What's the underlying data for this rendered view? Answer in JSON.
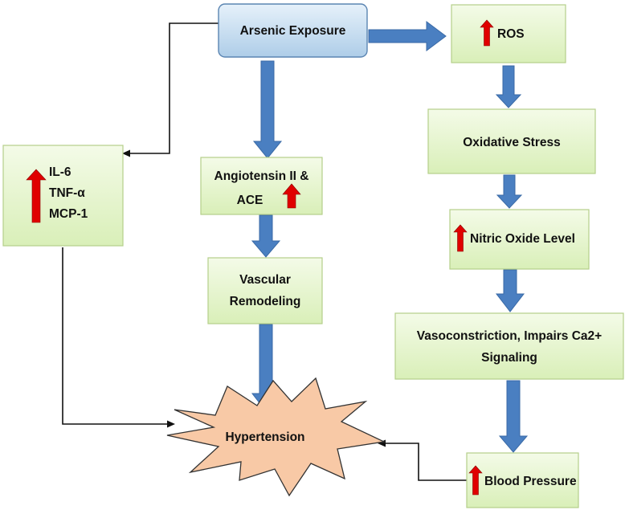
{
  "colors": {
    "box_fill_top": "#f4fbe8",
    "box_fill_bottom": "#d9efb8",
    "box_border": "#b5cf8a",
    "start_fill_top": "#e6f1fa",
    "start_fill_bottom": "#aecde8",
    "start_border": "#5b85b2",
    "flow_arrow": "#4a7fc1",
    "flow_arrow_border": "#3a6aa6",
    "connector": "#111111",
    "up_arrow": "#e00000",
    "burst_fill": "#f8c9a6",
    "burst_border": "#333333"
  },
  "nodes": {
    "arsenic": {
      "label": "Arsenic Exposure"
    },
    "ros": {
      "label": "ROS",
      "indicator": "increase"
    },
    "oxidative": {
      "label": "Oxidative Stress"
    },
    "cytokines": {
      "lines": [
        "IL-6",
        "TNF-α",
        "MCP-1"
      ],
      "indicator": "increase"
    },
    "angiotensin": {
      "lines": [
        "Angiotensin II &",
        "ACE"
      ],
      "indicator": "increase"
    },
    "nitric": {
      "label": "Nitric Oxide Level",
      "indicator": "increase"
    },
    "vascular": {
      "lines": [
        "Vascular",
        "Remodeling"
      ]
    },
    "vasoconstriction": {
      "lines": [
        "Vasoconstriction, Impairs Ca2+",
        "Signaling"
      ]
    },
    "hypertension": {
      "label": "Hypertension"
    },
    "blood_pressure": {
      "label": "Blood Pressure",
      "indicator": "increase"
    }
  }
}
